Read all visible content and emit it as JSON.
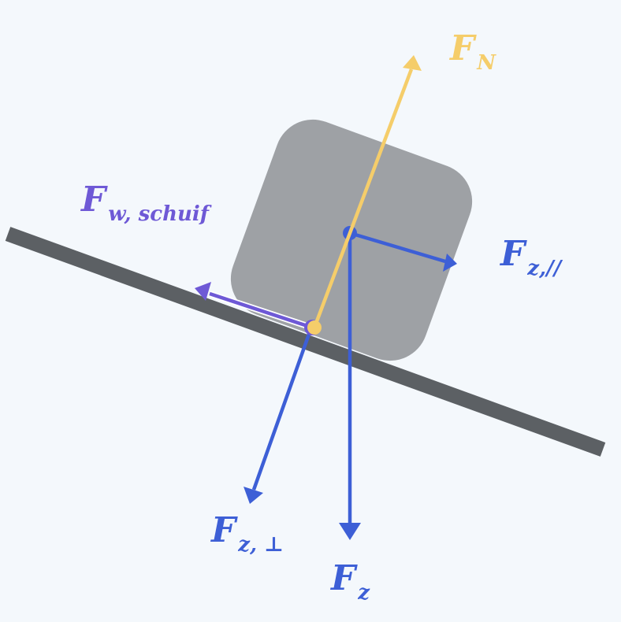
{
  "colors": {
    "background": "#f4f8fc",
    "incline": "#5c6064",
    "block": "#9ea1a5",
    "normal_force": "#f5cd6a",
    "gravity": "#3d5fd6",
    "friction": "#6e59d6"
  },
  "labels": {
    "normal": {
      "main": "F",
      "sub": "N"
    },
    "friction": {
      "main": "F",
      "sub": "w, schuif"
    },
    "gravity_parallel": {
      "main": "F",
      "sub": "z,//"
    },
    "gravity_perpendicular": {
      "main": "F",
      "sub": "z, ⊥"
    },
    "gravity": {
      "main": "F",
      "sub": "z"
    }
  }
}
